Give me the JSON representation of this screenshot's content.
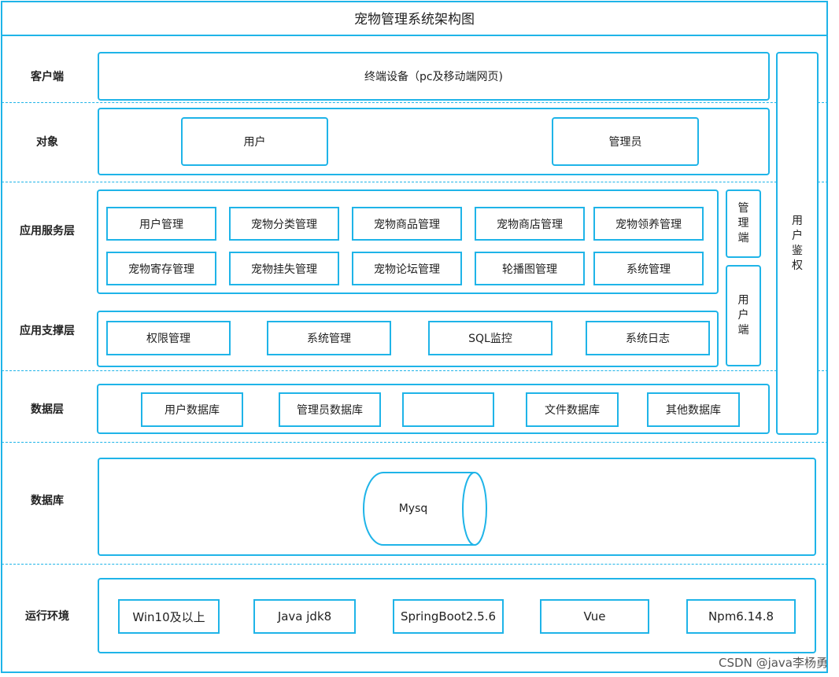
{
  "title": "宠物管理系统架构图",
  "layers": {
    "client": "客户端",
    "objects": "对象",
    "app_service": "应用服务层",
    "app_support": "应用支撑层",
    "data_layer": "数据层",
    "database": "数据库",
    "runtime": "运行环境"
  },
  "client_device": "终端设备（pc及移动端网页)",
  "object_items": [
    "用户",
    "管理员"
  ],
  "service_items": [
    "用户管理",
    "宠物分类管理",
    "宠物商品管理",
    "宠物商店管理",
    "宠物领养管理",
    "宠物寄存管理",
    "宠物挂失管理",
    "宠物论坛管理",
    "轮播图管理",
    "系统管理"
  ],
  "admin_side": [
    "管",
    "理",
    "端"
  ],
  "user_side": [
    "用",
    "户",
    "端"
  ],
  "auth": [
    "用",
    "户",
    "鉴",
    "权"
  ],
  "support_items": [
    "权限管理",
    "系统管理",
    "SQL监控",
    "系统日志"
  ],
  "data_items": [
    "用户数据库",
    "管理员数据库",
    "",
    "文件数据库",
    "其他数据库"
  ],
  "db_engine": "Mysq",
  "env_items": [
    "Win10及以上",
    "Java jdk8",
    "SpringBoot2.5.6",
    "Vue",
    "Npm6.14.8"
  ],
  "watermark": "CSDN @java李杨勇",
  "colors": {
    "accent": "#1fb4e8"
  }
}
